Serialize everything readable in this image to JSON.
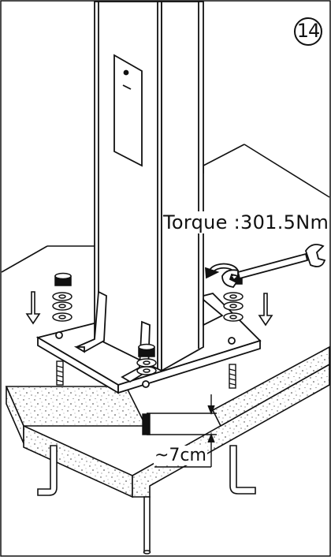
{
  "diagram": {
    "step_number": "14",
    "torque_label": "Torque :301.5Nm",
    "depth_label": "~7cm"
  },
  "icons": {
    "wrench": "wrench-icon",
    "rotate": "rotate-clockwise-icon",
    "arrow": "down-arrow-icon"
  },
  "colors": {
    "line": "#111111",
    "background": "#ffffff"
  }
}
